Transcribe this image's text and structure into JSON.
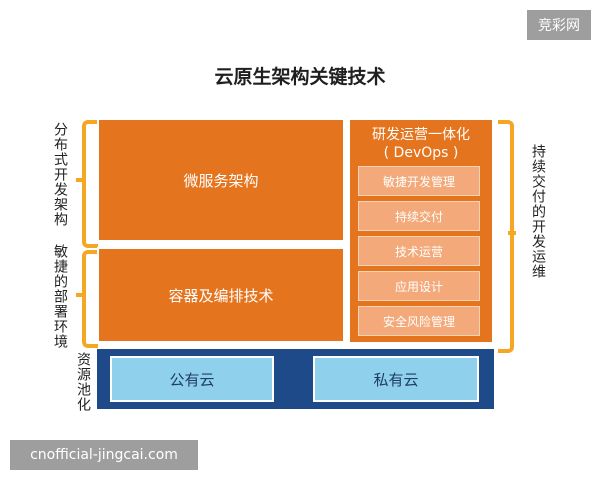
{
  "watermarks": {
    "top_right": "竞彩网",
    "bottom_left": "cnofficial-jingcai.com"
  },
  "diagram": {
    "title": "云原生架构关键技术",
    "left_labels": {
      "distributed_architecture": "分布式开发架构",
      "agile_deployment": "敏捷的部署环境",
      "resource_pooling": "资源池化"
    },
    "right_label": "持续交付的开发运维",
    "blocks": {
      "microservices": "微服务架构",
      "containers": "容器及编排技术"
    },
    "devops": {
      "title_line1": "研发运营一体化",
      "title_line2": "( DevOps )",
      "items": [
        "敏捷开发管理",
        "持续交付",
        "技术运营",
        "应用设计",
        "安全风险管理"
      ]
    },
    "clouds": {
      "public": "公有云",
      "private": "私有云"
    },
    "colors": {
      "orange": "#e5741e",
      "light_orange": "#f3a979",
      "bracket": "#f5a623",
      "navy": "#1e4a8a",
      "sky": "#8fd0ec"
    }
  }
}
